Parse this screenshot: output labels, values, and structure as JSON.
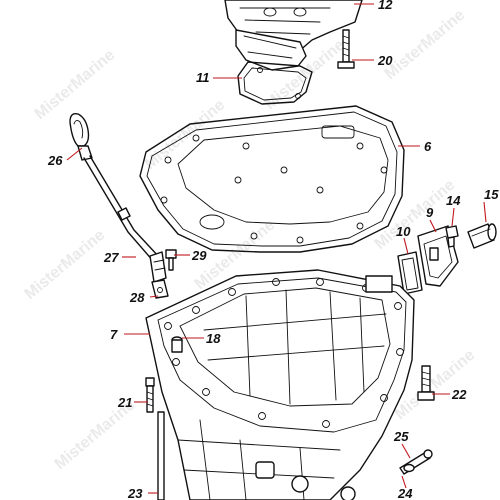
{
  "watermark": "MisterMarine",
  "colors": {
    "leader": "#c0161b",
    "line": "#111111",
    "watermark": "#d9d9d9"
  },
  "callouts": [
    {
      "id": "12",
      "label": "12"
    },
    {
      "id": "20",
      "label": "20"
    },
    {
      "id": "11",
      "label": "11"
    },
    {
      "id": "6",
      "label": "6"
    },
    {
      "id": "26",
      "label": "26"
    },
    {
      "id": "14",
      "label": "14"
    },
    {
      "id": "15",
      "label": "15"
    },
    {
      "id": "9",
      "label": "9"
    },
    {
      "id": "10",
      "label": "10"
    },
    {
      "id": "27",
      "label": "27"
    },
    {
      "id": "29",
      "label": "29"
    },
    {
      "id": "28",
      "label": "28"
    },
    {
      "id": "7",
      "label": "7"
    },
    {
      "id": "18",
      "label": "18"
    },
    {
      "id": "22",
      "label": "22"
    },
    {
      "id": "21",
      "label": "21"
    },
    {
      "id": "25",
      "label": "25"
    },
    {
      "id": "24",
      "label": "24"
    },
    {
      "id": "23",
      "label": "23"
    }
  ]
}
